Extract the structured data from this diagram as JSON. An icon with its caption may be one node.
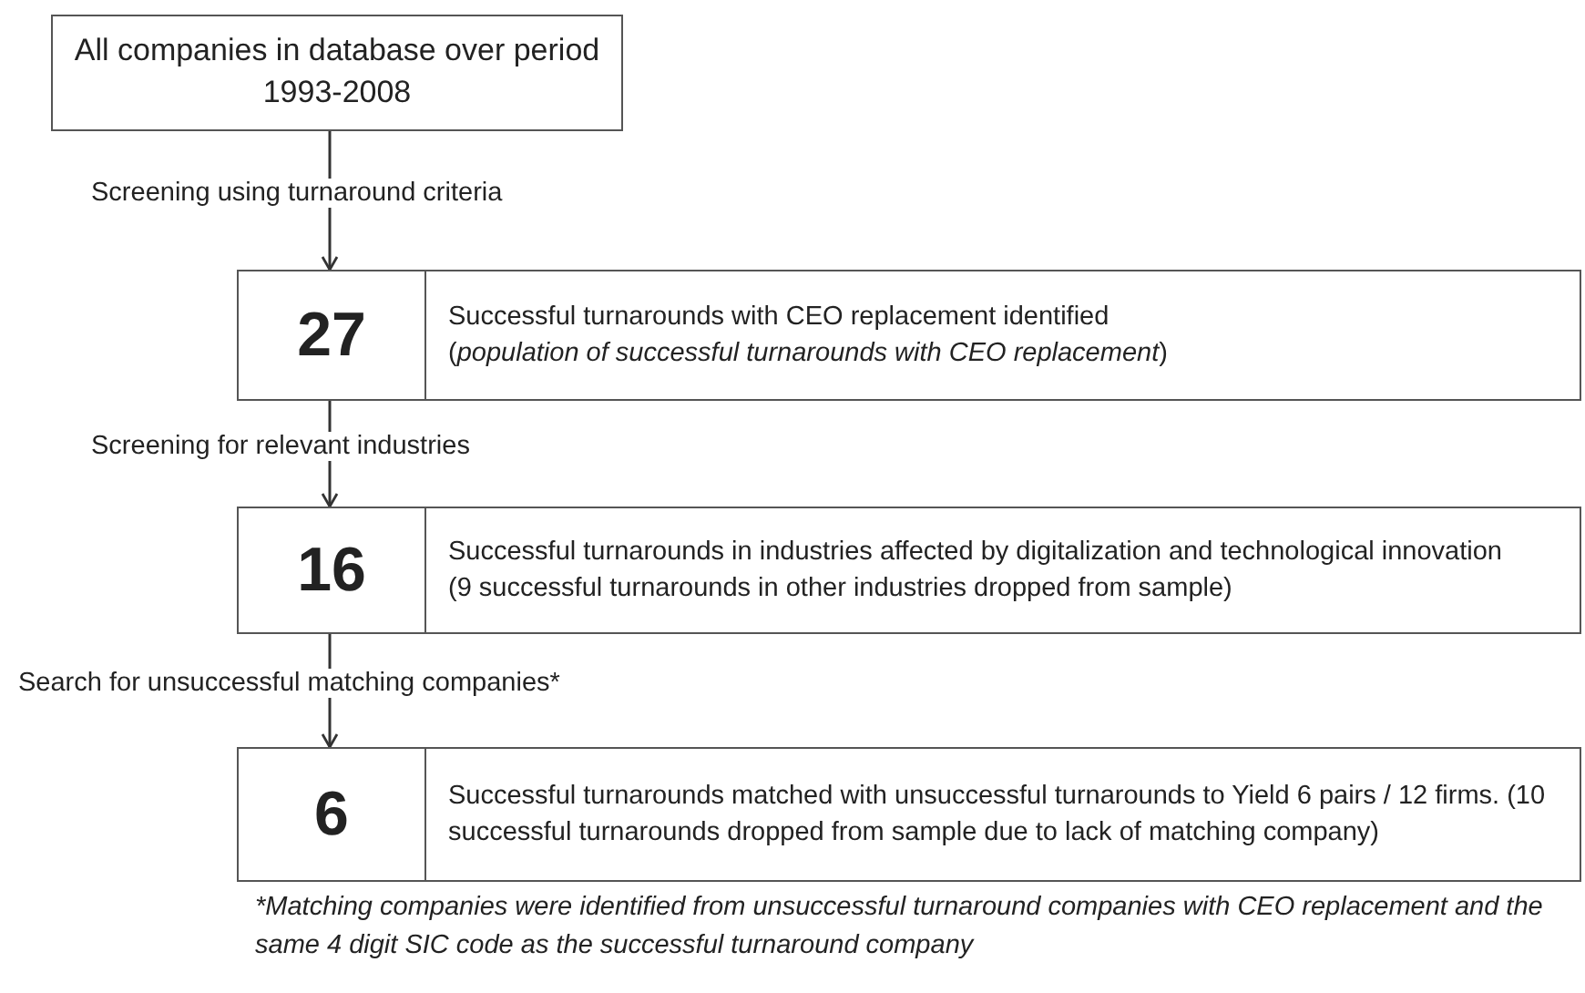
{
  "diagram": {
    "nodes": [
      {
        "text": [
          "All companies in database over period 1993-2008"
        ]
      },
      {
        "text": [
          "27",
          "Successful turnarounds with CEO replacement identified",
          "(*population of successful turnarounds with CEO replacement*)"
        ]
      },
      {
        "text": [
          "16",
          "Successful turnarounds in industries affected by digitalization and technological innovation",
          "(9 successful turnarounds in other industries dropped from sample)"
        ]
      },
      {
        "text": [
          "6",
          "Successful turnarounds matched with unsuccessful turnarounds to Yield 6 pairs / 12 firms. (10 successful turnarounds dropped from sample due to lack of matching company)"
        ]
      }
    ],
    "edges": [
      {
        "from": 0,
        "to": 1,
        "arrow": "to",
        "label": "Screening using turnaround criteria"
      },
      {
        "from": 1,
        "to": 2,
        "arrow": "to",
        "label": "Screening for relevant industries"
      },
      {
        "from": 2,
        "to": 3,
        "arrow": "to",
        "label": "Search for unsuccessful matching companies*"
      }
    ],
    "labels": [
      "*Matching companies were identified from unsuccessful turnaround companies with CEO replacement and the same 4 digit SIC code as the successful turnaround company"
    ]
  }
}
